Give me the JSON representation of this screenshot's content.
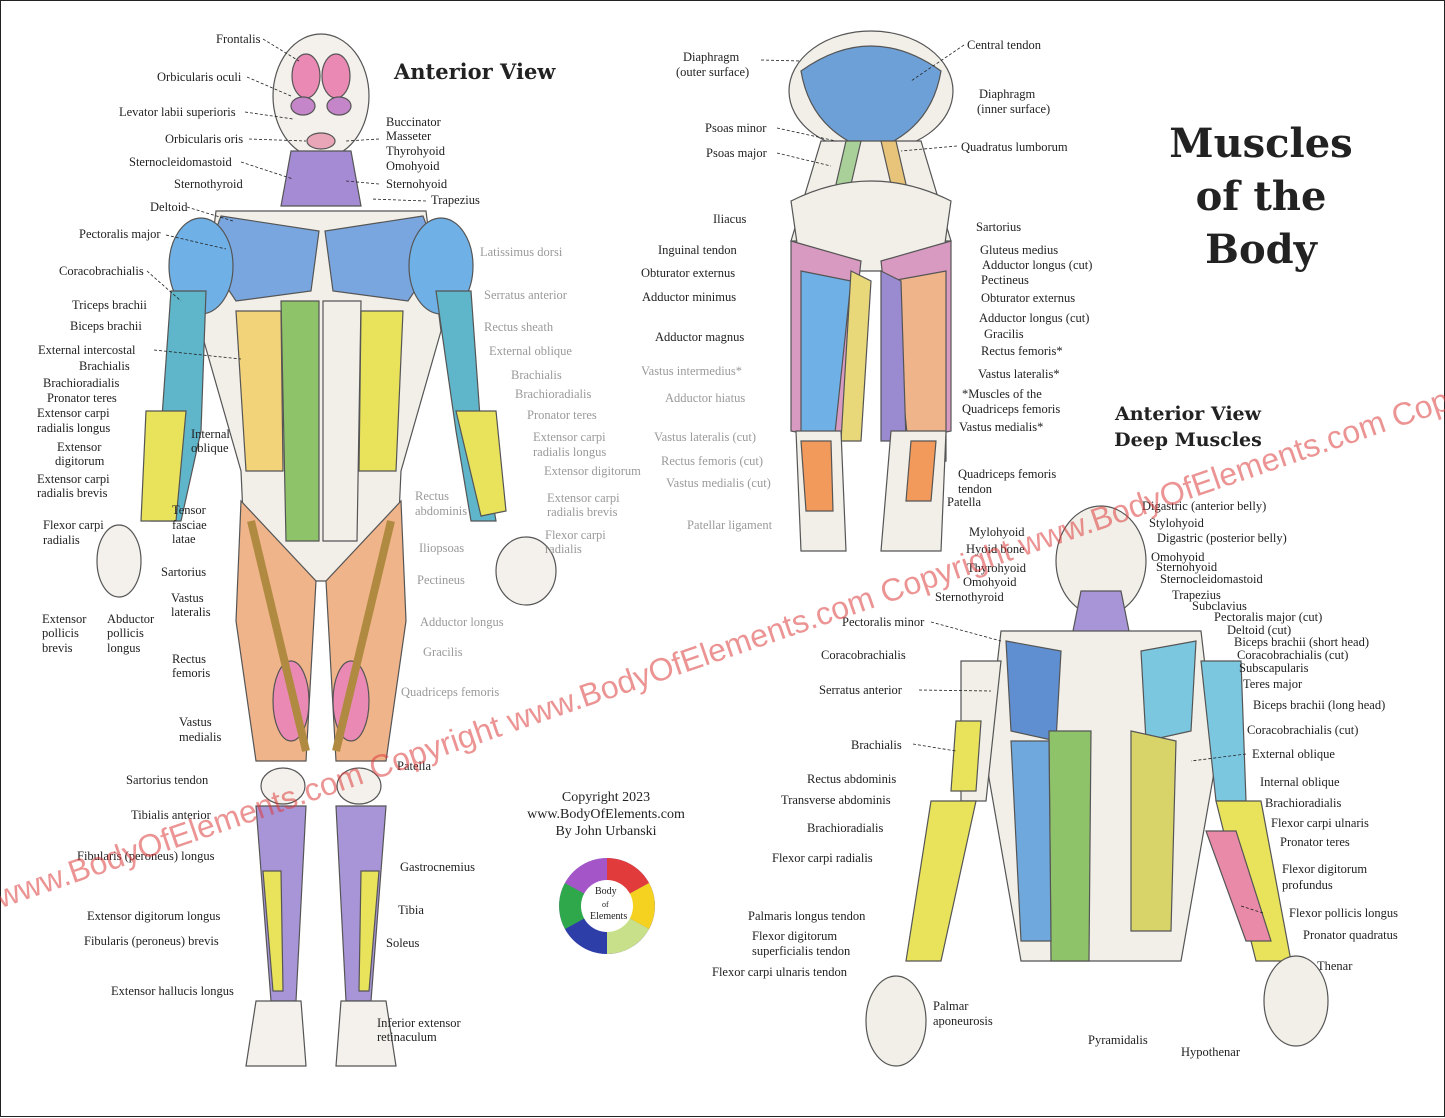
{
  "titles": {
    "main": [
      "Muscles",
      "of the",
      "Body"
    ],
    "anterior_view": "Anterior View",
    "deep_view": [
      "Anterior View",
      "Deep Muscles"
    ]
  },
  "credit": [
    "Copyright 2023",
    "www.BodyOfElements.com",
    "By John Urbanski"
  ],
  "logo": {
    "text": [
      "Body",
      "of",
      "Elements"
    ],
    "colors": [
      "#e23b3b",
      "#f4d21f",
      "#9ed23b",
      "#2e3ea8",
      "#a456c9",
      "#2ea84a"
    ]
  },
  "watermark": "www.BodyOfElements.com Copyright www.BodyOfElements.com Copyright www.BodyOfElements.com Copyright www.BodyOfElements.com Copyright www.BodyOfElements.com",
  "colors": {
    "blue": "#6fa8dc",
    "lightblue": "#7cc7e0",
    "yellow": "#e8e35a",
    "green": "#8fc36a",
    "pink": "#e88aa8",
    "peach": "#f0b48a",
    "purple": "#9a8ad0",
    "teal": "#5fc2b8",
    "orange": "#f29a5c"
  },
  "labels": {
    "front": [
      "Frontalis",
      "Orbicularis oculi",
      "Levator labii superioris",
      "Orbicularis oris",
      "Sternocleidomastoid",
      "Sternothyroid",
      "Deltoid",
      "Pectoralis major",
      "Coracobrachialis",
      "Triceps brachii",
      "Biceps brachii",
      "External intercostal",
      "Brachialis",
      "Brachioradialis",
      "Pronator teres",
      "Extensor carpi",
      "radialis longus",
      "Extensor",
      "digitorum",
      "Extensor carpi",
      "radialis brevis",
      "Flexor carpi",
      "radialis",
      "Extensor",
      "pollicis",
      "brevis",
      "Abductor",
      "pollicis",
      "longus",
      "Internal",
      "oblique",
      "Tensor",
      "fasciae",
      "latae",
      "Sartorius",
      "Vastus",
      "lateralis",
      "Rectus",
      "femoris",
      "Vastus",
      "medialis",
      "Sartorius tendon",
      "Tibialis anterior",
      "Fibularis (peroneus) longus",
      "Extensor digitorum longus",
      "Fibularis (peroneus) brevis",
      "Extensor hallucis longus",
      "Buccinator",
      "Masseter",
      "Thyrohyoid",
      "Omohyoid",
      "Sternohyoid",
      "Trapezius",
      "Latissimus dorsi",
      "Serratus anterior",
      "Rectus sheath",
      "External oblique",
      "Brachialis",
      "Brachioradialis",
      "Pronator teres",
      "Extensor carpi",
      "radialis longus",
      "Extensor digitorum",
      "Extensor carpi",
      "radialis brevis",
      "Flexor carpi",
      "radialis",
      "Rectus",
      "abdominis",
      "Iliopsoas",
      "Pectineus",
      "Adductor longus",
      "Gracilis",
      "Quadriceps femoris",
      "Patella",
      "Gastrocnemius",
      "Tibia",
      "Soleus",
      "Inferior extensor",
      "retinaculum"
    ],
    "legs": [
      "Diaphragm",
      "(outer surface)",
      "Psoas minor",
      "Psoas major",
      "Iliacus",
      "Inguinal tendon",
      "Obturator externus",
      "Adductor minimus",
      "Adductor magnus",
      "Vastus intermedius*",
      "Adductor hiatus",
      "Vastus lateralis (cut)",
      "Rectus femoris (cut)",
      "Vastus medialis (cut)",
      "Patellar ligament",
      "Central tendon",
      "Diaphragm",
      "(inner surface)",
      "Quadratus lumborum",
      "Sartorius",
      "Gluteus medius",
      "Adductor longus (cut)",
      "Pectineus",
      "Obturator externus",
      "Adductor longus (cut)",
      "Gracilis",
      "Rectus femoris*",
      "Vastus lateralis*",
      "*Muscles of the",
      "Quadriceps femoris",
      "Vastus medialis*",
      "Quadriceps femoris",
      "tendon",
      "Patella"
    ],
    "deep": [
      "Mylohyoid",
      "Hyoid bone",
      "Thyrohyoid",
      "Omohyoid",
      "Sternothyroid",
      "Pectoralis minor",
      "Coracobrachialis",
      "Serratus anterior",
      "Brachialis",
      "Rectus abdominis",
      "Transverse abdominis",
      "Brachioradialis",
      "Flexor carpi radialis",
      "Palmaris longus tendon",
      "Flexor digitorum",
      "superficialis tendon",
      "Flexor carpi ulnaris tendon",
      "Palmar",
      "aponeurosis",
      "Pyramidalis",
      "Hypothenar",
      "Digastric (anterior belly)",
      "Stylohyoid",
      "Digastric (posterior belly)",
      "Omohyoid",
      "Sternohyoid",
      "Sternocleidomastoid",
      "Trapezius",
      "Subclavius",
      "Pectoralis major (cut)",
      "Deltoid (cut)",
      "Biceps brachii (short head)",
      "Coracobrachialis (cut)",
      "Subscapularis",
      "Teres major",
      "Biceps brachii (long head)",
      "Coracobrachialis (cut)",
      "External oblique",
      "Internal oblique",
      "Brachioradialis",
      "Flexor carpi ulnaris",
      "Pronator teres",
      "Flexor digitorum",
      "profundus",
      "Flexor pollicis longus",
      "Pronator quadratus",
      "Thenar"
    ]
  }
}
